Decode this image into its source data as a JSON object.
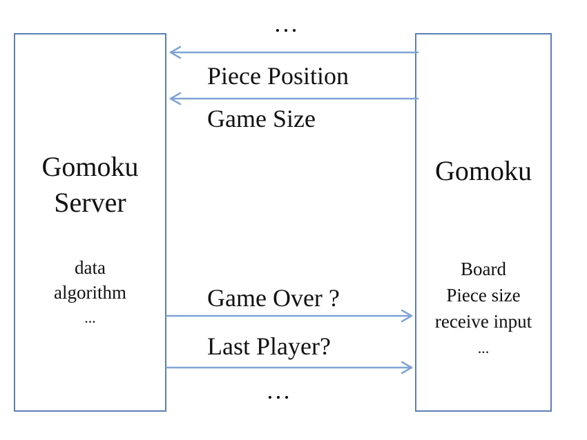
{
  "ellipsis_top": "…",
  "ellipsis_bottom": "…",
  "server": {
    "title_line1": "Gomoku",
    "title_line2": "Server",
    "details": [
      "data",
      "algorithm",
      "..."
    ]
  },
  "client": {
    "title": "Gomoku",
    "details": [
      "Board",
      "Piece size",
      "receive input",
      "..."
    ]
  },
  "messages_to_server": [
    "Piece Position",
    "Game Size"
  ],
  "messages_to_client": [
    "Game Over ?",
    "Last Player?"
  ],
  "colors": {
    "box_border": "#5b7fb3",
    "arrow": "#7fa3d6",
    "text": "#111111"
  }
}
